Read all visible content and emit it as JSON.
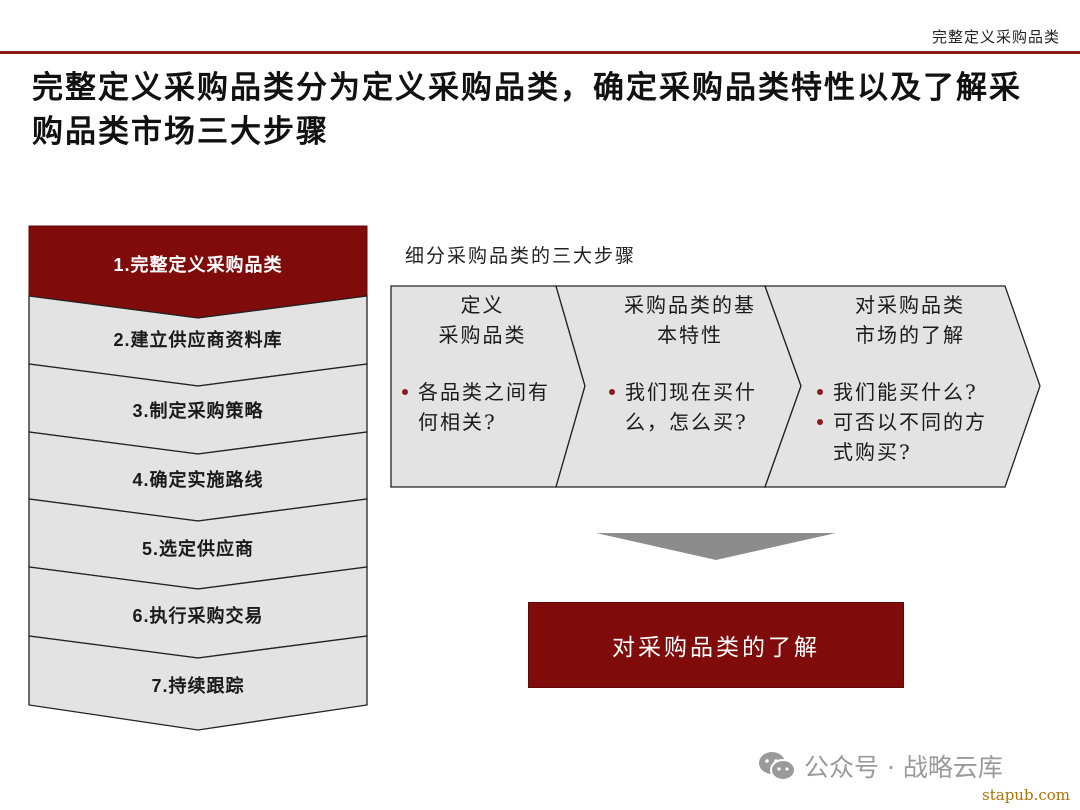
{
  "header": {
    "section_label": "完整定义采购品类",
    "rule_color": "#8b1a1a"
  },
  "page_title": "完整定义采购品类分为定义采购品类，确定采购品类特性以及了解采购品类市场三大步骤",
  "steps": [
    {
      "num": "1.",
      "label": "完整定义采购品类",
      "active": true
    },
    {
      "num": "2.",
      "label": "建立供应商资料库",
      "active": false
    },
    {
      "num": "3.",
      "label": "制定采购策略",
      "active": false
    },
    {
      "num": "4.",
      "label": "确定实施路线",
      "active": false
    },
    {
      "num": "5.",
      "label": "选定供应商",
      "active": false
    },
    {
      "num": "6.",
      "label": "执行采购交易",
      "active": false
    },
    {
      "num": "7.",
      "label": "持续跟踪",
      "active": false
    }
  ],
  "detail": {
    "subtitle": "细分采购品类的三大步骤",
    "phases": [
      {
        "title_line1": "定义",
        "title_line2": "采购品类",
        "bullets": [
          "各品类之间有何相关?"
        ]
      },
      {
        "title_line1": "采购品类的基",
        "title_line2": "本特性",
        "bullets": [
          "我们现在买什么，怎么买?"
        ]
      },
      {
        "title_line1": "对采购品类",
        "title_line2": "市场的了解",
        "bullets": [
          "我们能买什么?",
          "可否以不同的方式购买?"
        ]
      }
    ],
    "result": "对采购品类的了解"
  },
  "colors": {
    "accent": "#800b0b",
    "panel_fill": "#e3e3e3",
    "arrow_fill": "#8c8c8c"
  },
  "watermark": {
    "text": "公众号 · 战略云库",
    "source": "stapub.com"
  }
}
